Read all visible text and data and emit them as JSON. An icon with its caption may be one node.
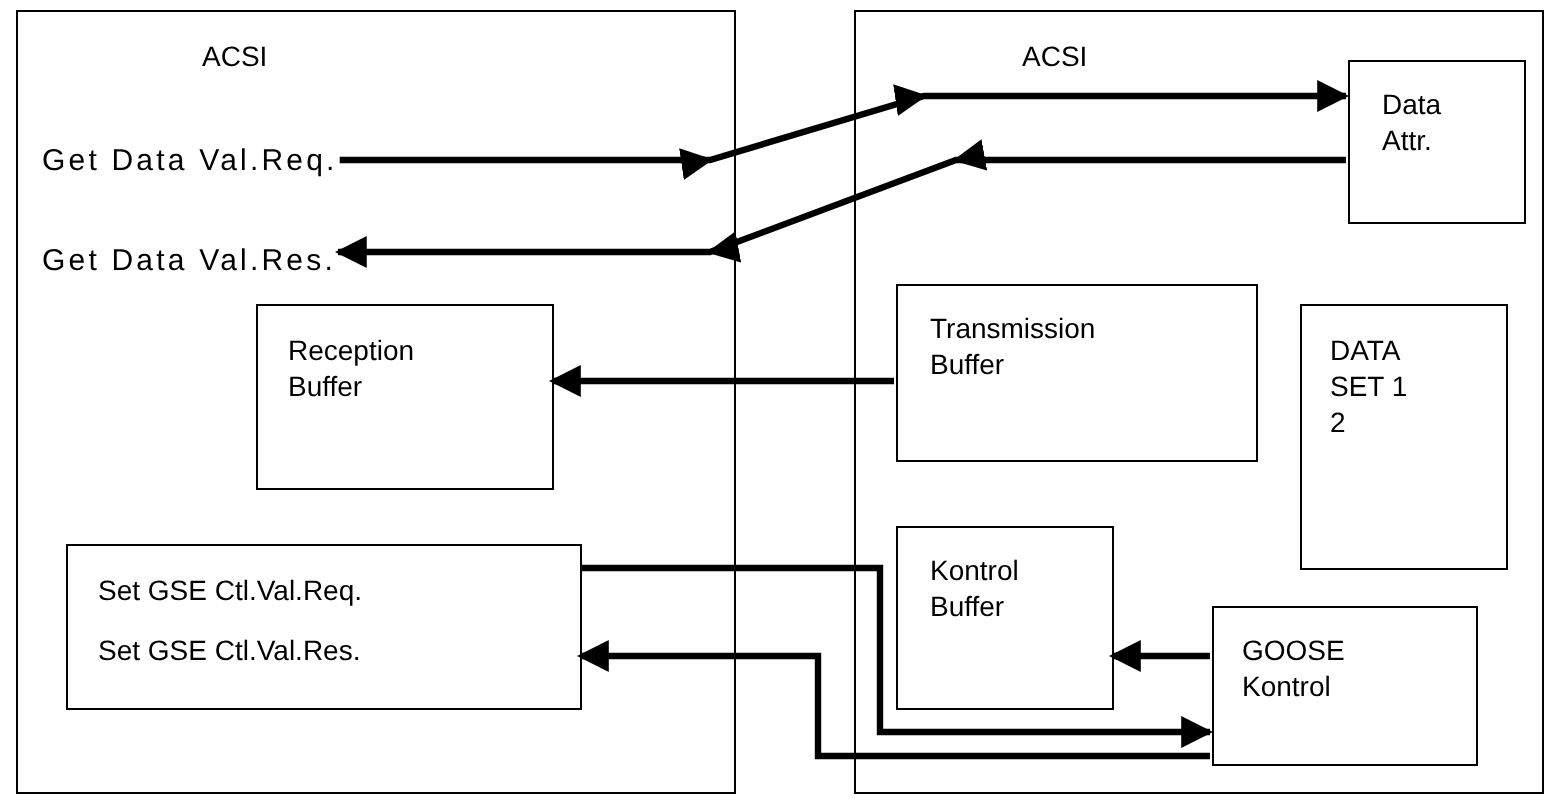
{
  "diagram": {
    "nodes": [
      {
        "text": [
          "ACSI"
        ]
      },
      {
        "text": [
          "Get Data Val.Req."
        ],
        "in": 0
      },
      {
        "text": [
          "Get Data Val.Res."
        ],
        "in": 0
      },
      {
        "text": [
          "Reception Buffer"
        ],
        "in": 0
      },
      {
        "text": [
          "Set GSE Ctl.Val.Req.",
          "Set GSE Ctl.Val.Res."
        ],
        "in": 0
      },
      {
        "text": [
          "ACSI"
        ]
      },
      {
        "text": [
          "Data Attr."
        ],
        "in": 5
      },
      {
        "text": [
          "Transmission Buffer"
        ],
        "in": 5
      },
      {
        "text": [
          "DATA SET 1 2"
        ],
        "in": 5
      },
      {
        "text": [
          "Kontrol Buffer"
        ],
        "in": 5
      },
      {
        "text": [
          "GOOSE Kontrol"
        ],
        "in": 5
      }
    ],
    "edges": [
      {
        "from": 1,
        "to": 6,
        "arrow": "to"
      },
      {
        "from": 6,
        "to": 2,
        "arrow": "to"
      },
      {
        "from": 7,
        "to": 3,
        "arrow": "to"
      },
      {
        "from": 4,
        "to": 10,
        "arrow": "to"
      },
      {
        "from": 10,
        "to": 4,
        "arrow": "to"
      },
      {
        "from": 10,
        "to": 9,
        "arrow": "to"
      }
    ]
  }
}
